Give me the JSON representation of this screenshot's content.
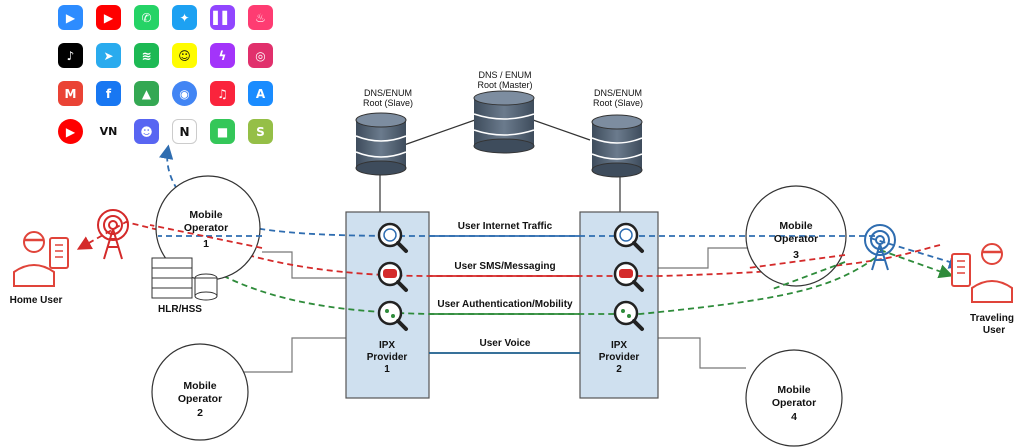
{
  "apps": {
    "icons": [
      {
        "name": "zoom-icon",
        "glyph": "▶",
        "color": "#2D8CFF"
      },
      {
        "name": "youtube-icon",
        "glyph": "▶",
        "color": "#FF0000"
      },
      {
        "name": "whatsapp-icon",
        "glyph": "✆",
        "color": "#25D366"
      },
      {
        "name": "twitter-icon",
        "glyph": "✦",
        "color": "#1DA1F2"
      },
      {
        "name": "twitch-icon",
        "glyph": "▌▌",
        "color": "#9146FF"
      },
      {
        "name": "tinder-icon",
        "glyph": "♨",
        "color": "#FE3C72"
      },
      {
        "name": "tiktok-icon",
        "glyph": "♪",
        "color": "#000000"
      },
      {
        "name": "telegram-icon",
        "glyph": "➤",
        "color": "#2AABEE"
      },
      {
        "name": "spotify-icon",
        "glyph": "≋",
        "color": "#1DB954"
      },
      {
        "name": "snapchat-icon",
        "glyph": "☺",
        "color": "#FFFC00"
      },
      {
        "name": "messenger-icon",
        "glyph": "ϟ",
        "color": "#A334FA"
      },
      {
        "name": "instagram-icon",
        "glyph": "◎",
        "color": "#E1306C"
      },
      {
        "name": "gmail-icon",
        "glyph": "M",
        "color": "#EA4335"
      },
      {
        "name": "facebook-icon",
        "glyph": "f",
        "color": "#1877F2"
      },
      {
        "name": "google-drive-icon",
        "glyph": "▲",
        "color": "#34A853"
      },
      {
        "name": "chrome-icon",
        "glyph": "◉",
        "color": "#4285F4"
      },
      {
        "name": "music-icon",
        "glyph": "♫",
        "color": "#FA243C"
      },
      {
        "name": "app-store-icon",
        "glyph": "A",
        "color": "#1A8CFF"
      },
      {
        "name": "youtube-music-icon",
        "glyph": "▶",
        "color": "#FF0000"
      },
      {
        "name": "vn-icon",
        "glyph": "VN",
        "color": "#ffffff"
      },
      {
        "name": "discord-icon",
        "glyph": "☻",
        "color": "#5865F2"
      },
      {
        "name": "notion-icon",
        "glyph": "N",
        "color": "#ffffff"
      },
      {
        "name": "facetime-icon",
        "glyph": "■",
        "color": "#34C759"
      },
      {
        "name": "shopify-icon",
        "glyph": "S",
        "color": "#95BF47"
      }
    ]
  },
  "dns": {
    "slave_left": [
      "DNS/ENUM",
      "Root (Slave)"
    ],
    "master": [
      "DNS / ENUM",
      "Root (Master)"
    ],
    "slave_right": [
      "DNS/ENUM",
      "Root (Slave)"
    ]
  },
  "operators": {
    "op1": [
      "Mobile",
      "Operator",
      "1"
    ],
    "op2": [
      "Mobile",
      "Operator",
      "2"
    ],
    "op3": [
      "Mobile",
      "Operator",
      "3"
    ],
    "op4": [
      "Mobile",
      "Operator",
      "4"
    ]
  },
  "ipx": {
    "p1": [
      "IPX",
      "Provider",
      "1"
    ],
    "p2": [
      "IPX",
      "Provider",
      "2"
    ]
  },
  "links": {
    "internet": "User Internet Traffic",
    "sms": "User SMS/Messaging",
    "auth": "User Authentication/Mobility",
    "voice": "User Voice"
  },
  "users": {
    "home": "Home User",
    "traveling": [
      "Traveling",
      "User"
    ]
  },
  "hlr": "HLR/HSS",
  "colors": {
    "internet": "#2f6db0",
    "sms": "#d42a2a",
    "auth": "#2e8b3a",
    "voice": "#1c5d8c",
    "ipx_fill": "#cfe0ef",
    "db_fill": "#5a6a7c",
    "user_red": "#e0443a"
  }
}
